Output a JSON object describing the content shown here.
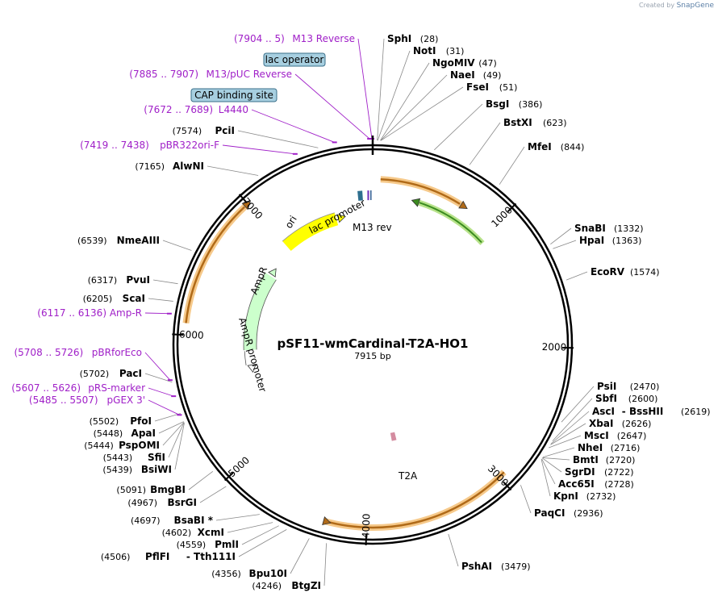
{
  "branding": {
    "created_by": "Created by",
    "app": "SnapGene"
  },
  "plasmid": {
    "name": "pSF11-wmCardinal-T2A-HO1",
    "size_label": "7915 bp",
    "length": 7915
  },
  "ticks": [
    {
      "pos": 1000,
      "label": "1000"
    },
    {
      "pos": 2000,
      "label": "2000"
    },
    {
      "pos": 3000,
      "label": "3000"
    },
    {
      "pos": 4000,
      "label": "4000"
    },
    {
      "pos": 5000,
      "label": "5000"
    },
    {
      "pos": 6000,
      "label": "6000"
    },
    {
      "pos": 7000,
      "label": "7000"
    }
  ],
  "sites": [
    {
      "name": "SphI",
      "pos_label": "(28)",
      "pos": 28,
      "side": "right"
    },
    {
      "name": "NotI",
      "pos_label": "(31)",
      "pos": 31,
      "side": "right"
    },
    {
      "name": "NgoMIV",
      "pos_label": "(47)",
      "pos": 47,
      "side": "right"
    },
    {
      "name": "NaeI",
      "pos_label": "(49)",
      "pos": 49,
      "side": "right"
    },
    {
      "name": "FseI",
      "pos_label": "(51)",
      "pos": 51,
      "side": "right"
    },
    {
      "name": "BsgI",
      "pos_label": "(386)",
      "pos": 386,
      "side": "right"
    },
    {
      "name": "BstXI",
      "pos_label": "(623)",
      "pos": 623,
      "side": "right"
    },
    {
      "name": "MfeI",
      "pos_label": "(844)",
      "pos": 844,
      "side": "right"
    },
    {
      "name": "SnaBI",
      "pos_label": "(1332)",
      "pos": 1332,
      "side": "right"
    },
    {
      "name": "HpaI",
      "pos_label": "(1363)",
      "pos": 1363,
      "side": "right"
    },
    {
      "name": "EcoRV",
      "pos_label": "(1574)",
      "pos": 1574,
      "side": "right"
    },
    {
      "name": "PsiI",
      "pos_label": "(2470)",
      "pos": 2470,
      "side": "right"
    },
    {
      "name": "SbfI",
      "pos_label": "(2600)",
      "pos": 2600,
      "side": "right"
    },
    {
      "name": "AscI",
      "pos_label": "",
      "pos": 2619,
      "side": "right",
      "extra": "- BssHII",
      "extra_pos": "(2619)"
    },
    {
      "name": "XbaI",
      "pos_label": "(2626)",
      "pos": 2626,
      "side": "right"
    },
    {
      "name": "MscI",
      "pos_label": "(2647)",
      "pos": 2647,
      "side": "right"
    },
    {
      "name": "NheI",
      "pos_label": "(2716)",
      "pos": 2716,
      "side": "right"
    },
    {
      "name": "BmtI",
      "pos_label": "(2720)",
      "pos": 2720,
      "side": "right"
    },
    {
      "name": "SgrDI",
      "pos_label": "(2722)",
      "pos": 2722,
      "side": "right"
    },
    {
      "name": "Acc65I",
      "pos_label": "(2728)",
      "pos": 2728,
      "side": "right"
    },
    {
      "name": "KpnI",
      "pos_label": "(2732)",
      "pos": 2732,
      "side": "right"
    },
    {
      "name": "PaqCI",
      "pos_label": "(2936)",
      "pos": 2936,
      "side": "right"
    },
    {
      "name": "PshAI",
      "pos_label": "(3479)",
      "pos": 3479,
      "side": "right"
    },
    {
      "name": "BtgZI",
      "pos_label": "(4246)",
      "pos": 4246,
      "side": "left"
    },
    {
      "name": "Bpu10I",
      "pos_label": "(4356)",
      "pos": 4356,
      "side": "left"
    },
    {
      "name": "PflFI",
      "pos_label": "(4506)",
      "pos": 4506,
      "side": "left",
      "extra": "- Tth111I"
    },
    {
      "name": "PmlI",
      "pos_label": "(4559)",
      "pos": 4559,
      "side": "left"
    },
    {
      "name": "XcmI",
      "pos_label": "(4602)",
      "pos": 4602,
      "side": "left"
    },
    {
      "name": "BsaBI *",
      "pos_label": "(4697)",
      "pos": 4697,
      "side": "left"
    },
    {
      "name": "BsrGI",
      "pos_label": "(4967)",
      "pos": 4967,
      "side": "left"
    },
    {
      "name": "BmgBI",
      "pos_label": "(5091)",
      "pos": 5091,
      "side": "left"
    },
    {
      "name": "BsiWI",
      "pos_label": "(5439)",
      "pos": 5439,
      "side": "left"
    },
    {
      "name": "SfiI",
      "pos_label": "(5443)",
      "pos": 5443,
      "side": "left"
    },
    {
      "name": "PspOMI",
      "pos_label": "(5444)",
      "pos": 5444,
      "side": "left"
    },
    {
      "name": "ApaI",
      "pos_label": "(5448)",
      "pos": 5448,
      "side": "left"
    },
    {
      "name": "PfoI",
      "pos_label": "(5502)",
      "pos": 5502,
      "side": "left"
    },
    {
      "name": "PacI",
      "pos_label": "(5702)",
      "pos": 5702,
      "side": "left"
    },
    {
      "name": "ScaI",
      "pos_label": "(6205)",
      "pos": 6205,
      "side": "left"
    },
    {
      "name": "PvuI",
      "pos_label": "(6317)",
      "pos": 6317,
      "side": "left"
    },
    {
      "name": "NmeAIII",
      "pos_label": "(6539)",
      "pos": 6539,
      "side": "left"
    },
    {
      "name": "AlwNI",
      "pos_label": "(7165)",
      "pos": 7165,
      "side": "left"
    },
    {
      "name": "PciI",
      "pos_label": "(7574)",
      "pos": 7574,
      "side": "left"
    }
  ],
  "primers": [
    {
      "name": "M13 Reverse",
      "range": "(7904 .. 5)",
      "pos": 7910
    },
    {
      "name": "M13/pUC Reverse",
      "range": "(7885 .. 7907)",
      "pos": 7896
    },
    {
      "name": "L4440",
      "range": "(7672 .. 7689)",
      "pos": 7680
    },
    {
      "name": "pBR322ori-F",
      "range": "(7419 .. 7438)",
      "pos": 7428
    },
    {
      "name": "Amp-R",
      "range": "(6117 .. 6136)",
      "pos": 6126
    },
    {
      "name": "pBRforEco",
      "range": "(5708 .. 5726)",
      "pos": 5717
    },
    {
      "name": "pRS-marker",
      "range": "(5607 .. 5626)",
      "pos": 5616
    },
    {
      "name": "pGEX 3'",
      "range": "(5485 .. 5507)",
      "pos": 5496
    }
  ],
  "boxed_features": [
    {
      "name": "lac operator"
    },
    {
      "name": "CAP binding site"
    }
  ],
  "features": [
    {
      "name": "ori",
      "kind": "rep_origin",
      "color": "#ffff00"
    },
    {
      "name": "AmpR",
      "kind": "cds",
      "color": "#ccffcc"
    },
    {
      "name": "AmpR promoter",
      "kind": "promoter",
      "color": "#ffffff"
    },
    {
      "name": "lac promoter",
      "kind": "promoter"
    },
    {
      "name": "M13 rev",
      "kind": "primer_bind"
    },
    {
      "name": "T2A",
      "kind": "cds",
      "color": "#d48ca0"
    }
  ],
  "colors": {
    "enzyme_text": "#000000",
    "primer": "#a020c8",
    "boxed_fill": "#a7cfe0",
    "orf_orange": "#f0a23c",
    "ori_yellow": "#ffff00",
    "ampr_green": "#ccffcc",
    "orf_green": "#8fd060"
  }
}
